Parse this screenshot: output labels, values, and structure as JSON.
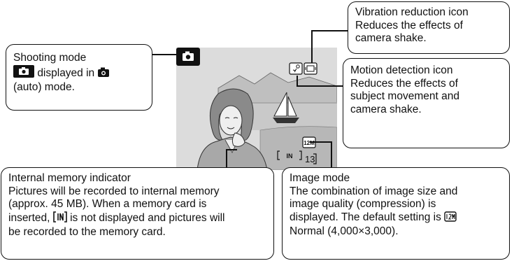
{
  "callouts": {
    "shooting_mode": {
      "title": "Shooting mode",
      "line2_suffix": "displayed in",
      "line3": "(auto) mode."
    },
    "vibration_reduction": {
      "lines": [
        "Vibration reduction icon",
        "Reduces the effects of",
        "camera shake."
      ]
    },
    "motion_detection": {
      "lines": [
        "Motion detection icon",
        "Reduces the effects of",
        "subject movement and",
        "camera shake."
      ]
    },
    "internal_memory": {
      "title": "Internal memory indicator",
      "line2": "Pictures will be recorded to internal memory",
      "line3": "(approx. 45 MB). When a memory card is",
      "line4_prefix": "inserted,",
      "line4_suffix": "is not displayed and pictures will",
      "line5": "be recorded to the memory card."
    },
    "image_mode": {
      "title": "Image mode",
      "line2": "The combination of image size and",
      "line3": "image quality (compression) is",
      "line4_prefix": "displayed. The default setting is",
      "line5": "Normal (4,000×3,000)."
    }
  },
  "screen": {
    "frame_count": "13",
    "image_mode_label": "12M",
    "memory_label": "IN"
  },
  "icons": {
    "camera": "camera-icon",
    "vibration_reduction": "vibration-reduction-icon",
    "motion_detection": "motion-detection-icon",
    "internal_memory": "internal-memory-icon",
    "image_mode": "image-mode-icon"
  }
}
